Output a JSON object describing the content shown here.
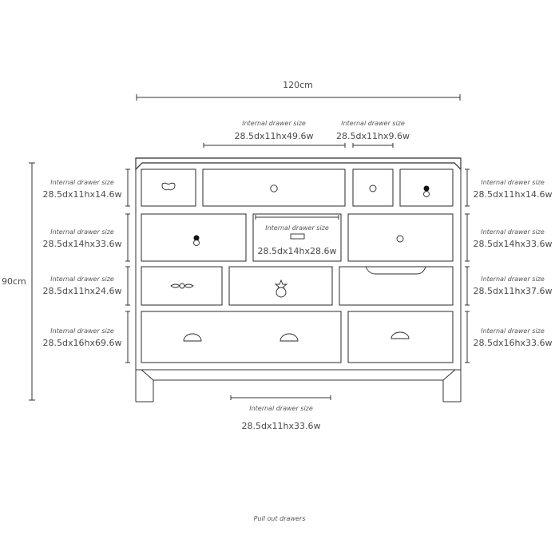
{
  "overall": {
    "width": "120cm",
    "height": "90cm"
  },
  "caption_label": "Internal drawer size",
  "dimensions": {
    "top_middle": "28.5dx11hx49.6w",
    "top_right_small": "28.5dx11hx9.6w",
    "row1_left": "28.5dx11hx14.6w",
    "row1_right": "28.5dx11hx14.6w",
    "row2_left": "28.5dx14hx33.6w",
    "row2_center": "28.5dx14hx28.6w",
    "row2_right": "28.5dx14hx33.6w",
    "row3_left": "28.5dx11hx24.6w",
    "row3_right": "28.5dx11hx37.6w",
    "row4_left": "28.5dx16hx69.6w",
    "row4_right": "28.5dx16hx33.6w",
    "bottom_center": "28.5dx11hx33.6w"
  },
  "footer": "Pull out drawers"
}
